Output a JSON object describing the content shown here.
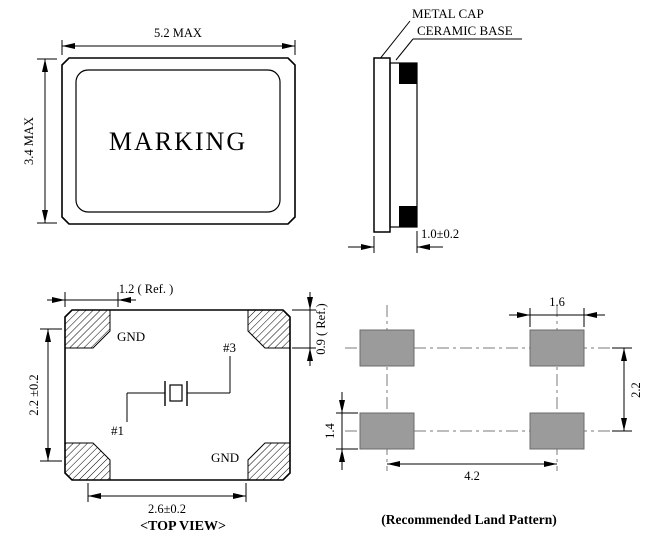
{
  "drawing": {
    "background": "#ffffff",
    "line_color": "#000000",
    "package_front": {
      "marking": "MARKING",
      "dim_width": "5.2 MAX",
      "dim_height": "3.4 MAX"
    },
    "side_view": {
      "label_metal_cap": "METAL CAP",
      "label_ceramic_base": "CERAMIC BASE",
      "dim_thickness": "1.0±0.2"
    },
    "top_view": {
      "caption": "<TOP VIEW>",
      "pad_top_left_label": "GND",
      "pad_top_right_label": "#3",
      "pad_bottom_left_label": "#1",
      "pad_bottom_right_label": "GND",
      "dim_pad_width": "1.2 ( Ref. )",
      "dim_pad_height": "0.9 ( Ref.)",
      "dim_vertical": "2.2 ±0.2",
      "dim_horizontal": "2.6±0.2"
    },
    "land_pattern": {
      "caption": "(Recommended Land Pattern)",
      "pad_color": "#9b9b9b",
      "dim_pad_width": "1.6",
      "dim_row_pitch": "2.2",
      "dim_pad_height": "1.4",
      "dim_col_pitch": "4.2"
    }
  }
}
